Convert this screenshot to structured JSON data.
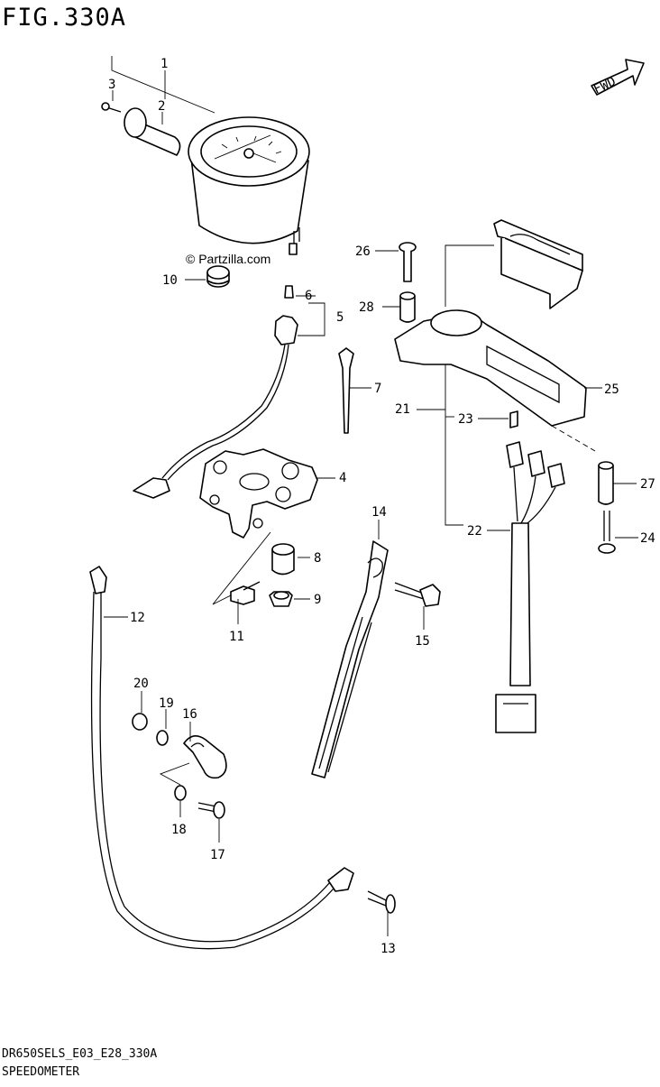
{
  "figure": {
    "title": "FIG.330A",
    "footer_code": "DR650SELS_E03_E28_330A",
    "footer_name": "SPEEDOMETER",
    "watermark": "© Partzilla.com",
    "fwd_label": "FWD"
  },
  "callouts": [
    "1",
    "2",
    "3",
    "4",
    "5",
    "6",
    "7",
    "8",
    "9",
    "10",
    "11",
    "12",
    "13",
    "14",
    "15",
    "16",
    "17",
    "18",
    "19",
    "20",
    "21",
    "22",
    "23",
    "24",
    "25",
    "26",
    "27",
    "28"
  ]
}
